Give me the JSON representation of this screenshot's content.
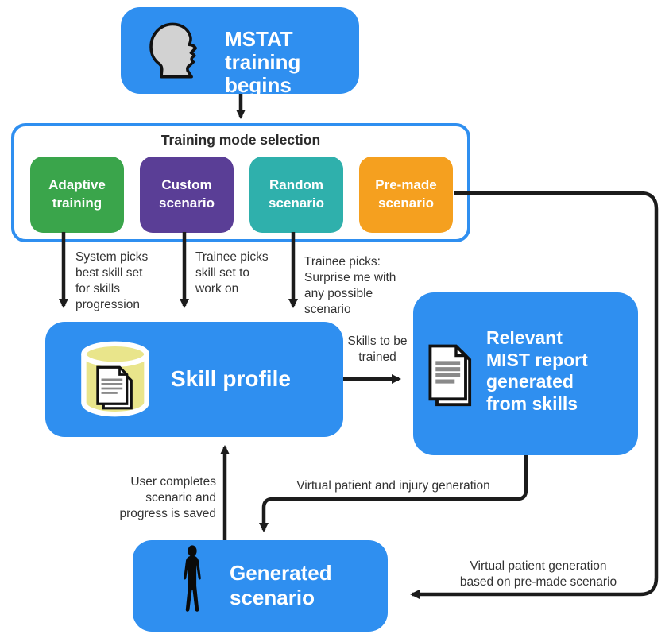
{
  "colors": {
    "blue": "#2F8FF0",
    "green": "#3AA54B",
    "purple": "#5A3E96",
    "teal": "#2FB0AC",
    "orange": "#F5A01F",
    "line": "#1C1C1C",
    "db_fill": "#E9E58B"
  },
  "nodes": {
    "start": {
      "label": "MSTAT training begins",
      "icon": "head-profile-icon"
    },
    "mode_selection": {
      "title": "Training mode selection",
      "modes": [
        {
          "label": "Adaptive training",
          "color": "#3AA54B"
        },
        {
          "label": "Custom scenario",
          "color": "#5A3E96"
        },
        {
          "label": "Random scenario",
          "color": "#2FB0AC"
        },
        {
          "label": "Pre-made scenario",
          "color": "#F5A01F"
        }
      ]
    },
    "skill_profile": {
      "label": "Skill profile",
      "icon": "database-documents-icon"
    },
    "mist_report": {
      "label": "Relevant MIST report generated from skills",
      "icon": "documents-icon"
    },
    "generated_scenario": {
      "label": "Generated scenario",
      "icon": "person-icon"
    }
  },
  "edge_labels": {
    "adaptive_to_skill": "System picks best skill set for skills progression",
    "custom_to_skill": "Trainee picks skill set to work on",
    "random_to_skill": "Trainee picks: Surprise me with any possible scenario",
    "skill_to_mist": "Skills to be trained",
    "mist_to_generated": "Virtual patient and injury generation",
    "generated_to_skill": "User completes scenario and progress is saved",
    "premade_to_generated": "Virtual patient generation based on pre-made scenario"
  }
}
